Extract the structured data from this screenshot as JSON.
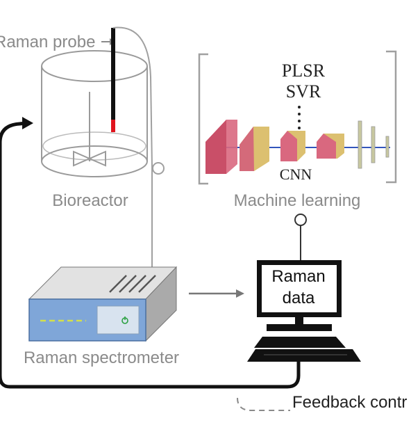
{
  "labels": {
    "raman_probe": "Raman probe",
    "bioreactor": "Bioreactor",
    "machine_learning": "Machine learning",
    "plsr": "PLSR",
    "svr": "SVR",
    "dots": ":",
    "cnn": "CNN",
    "raman_data_line1": "Raman",
    "raman_data_line2": "data",
    "raman_spectrometer": "Raman spectrometer",
    "feedback_control": "Feedback contr"
  },
  "colors": {
    "label_gray": "#8a8a8a",
    "line_black": "#111111",
    "spectrometer_blue": "#7fa6d8",
    "indicator_green": "#d4e04a",
    "probe_red": "#e0141e",
    "cnn_pink": "#d9687f",
    "cnn_gold": "#d9b45a",
    "cnn_line": "#3355bb"
  },
  "icons": {
    "stirrer": "stirrer-icon",
    "power": "power-icon",
    "computer": "computer-icon"
  }
}
